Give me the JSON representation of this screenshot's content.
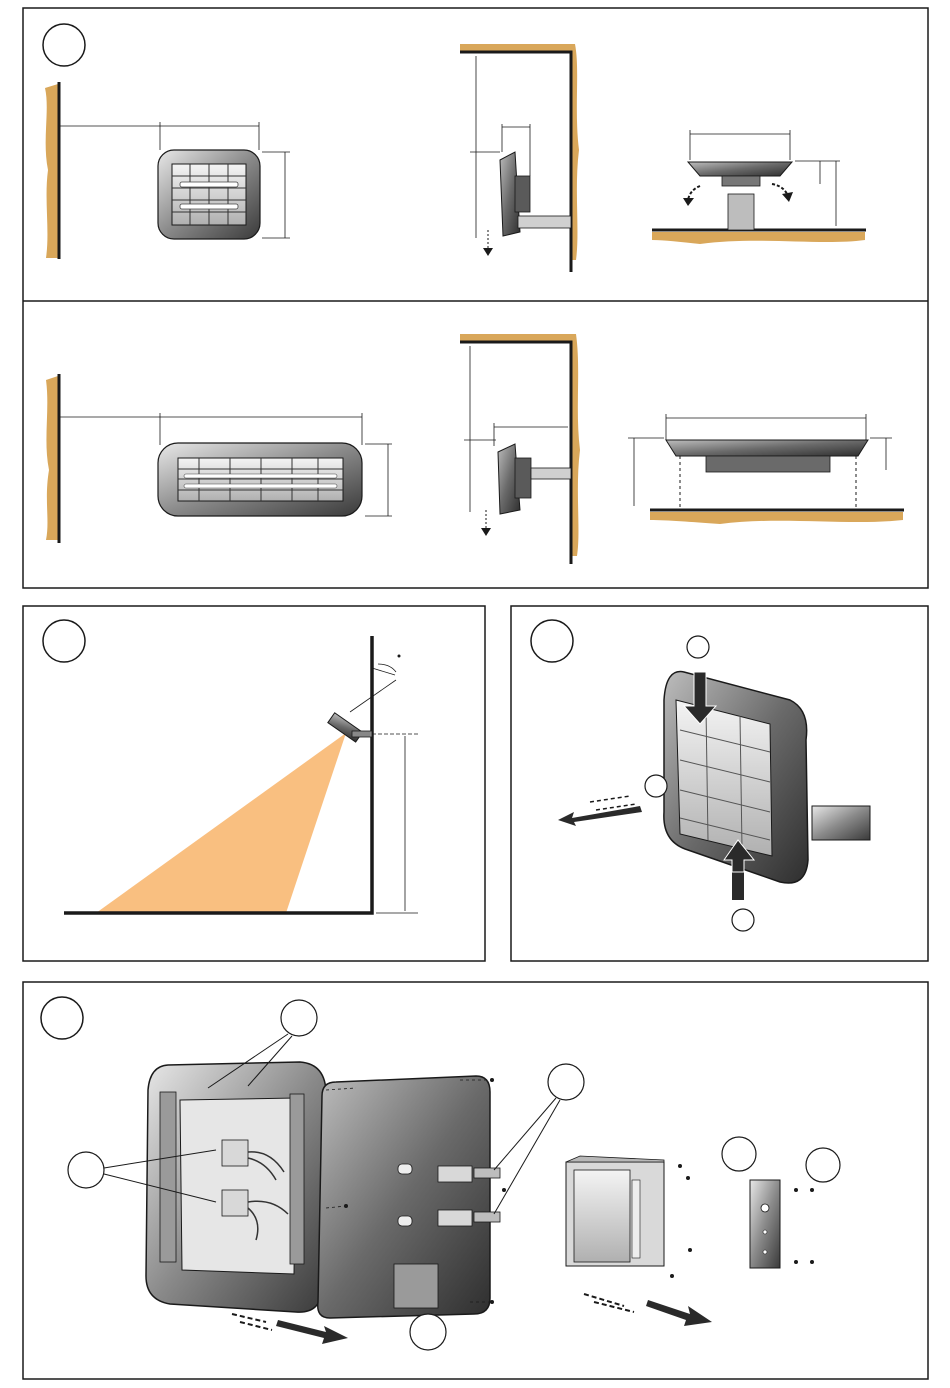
{
  "document": {
    "type": "heater installation instruction sheet",
    "panels": [
      {
        "id": "panel-1",
        "callouts": [
          "circle"
        ],
        "views": [
          "small-heater-wall-clearance",
          "small-heater-side-bracket",
          "small-heater-ceiling-mount",
          "large-heater-wall-clearance",
          "large-heater-side-bracket",
          "large-heater-ceiling-mount"
        ]
      },
      {
        "id": "panel-2",
        "callouts": [
          "circle"
        ],
        "views": [
          "heat-cone-angle"
        ]
      },
      {
        "id": "panel-3",
        "callouts": [
          "circle",
          "circle",
          "circle",
          "circle"
        ],
        "views": [
          "grille-removal"
        ]
      },
      {
        "id": "panel-4",
        "callouts": [
          "circle",
          "circle",
          "circle",
          "circle",
          "circle",
          "circle"
        ],
        "views": [
          "exploded-assembly"
        ]
      }
    ]
  },
  "colors": {
    "wall": "#d9a75a",
    "heat_cone": "#f9bf80",
    "line": "#1a1a1a",
    "heater_dark": "#4a4a4a",
    "heater_light": "#c8c8c8",
    "background": "#ffffff"
  },
  "icons": [
    "down-arrow-icon",
    "rotate-arrow-icon",
    "push-arrow-icon",
    "pull-arrow-icon"
  ]
}
